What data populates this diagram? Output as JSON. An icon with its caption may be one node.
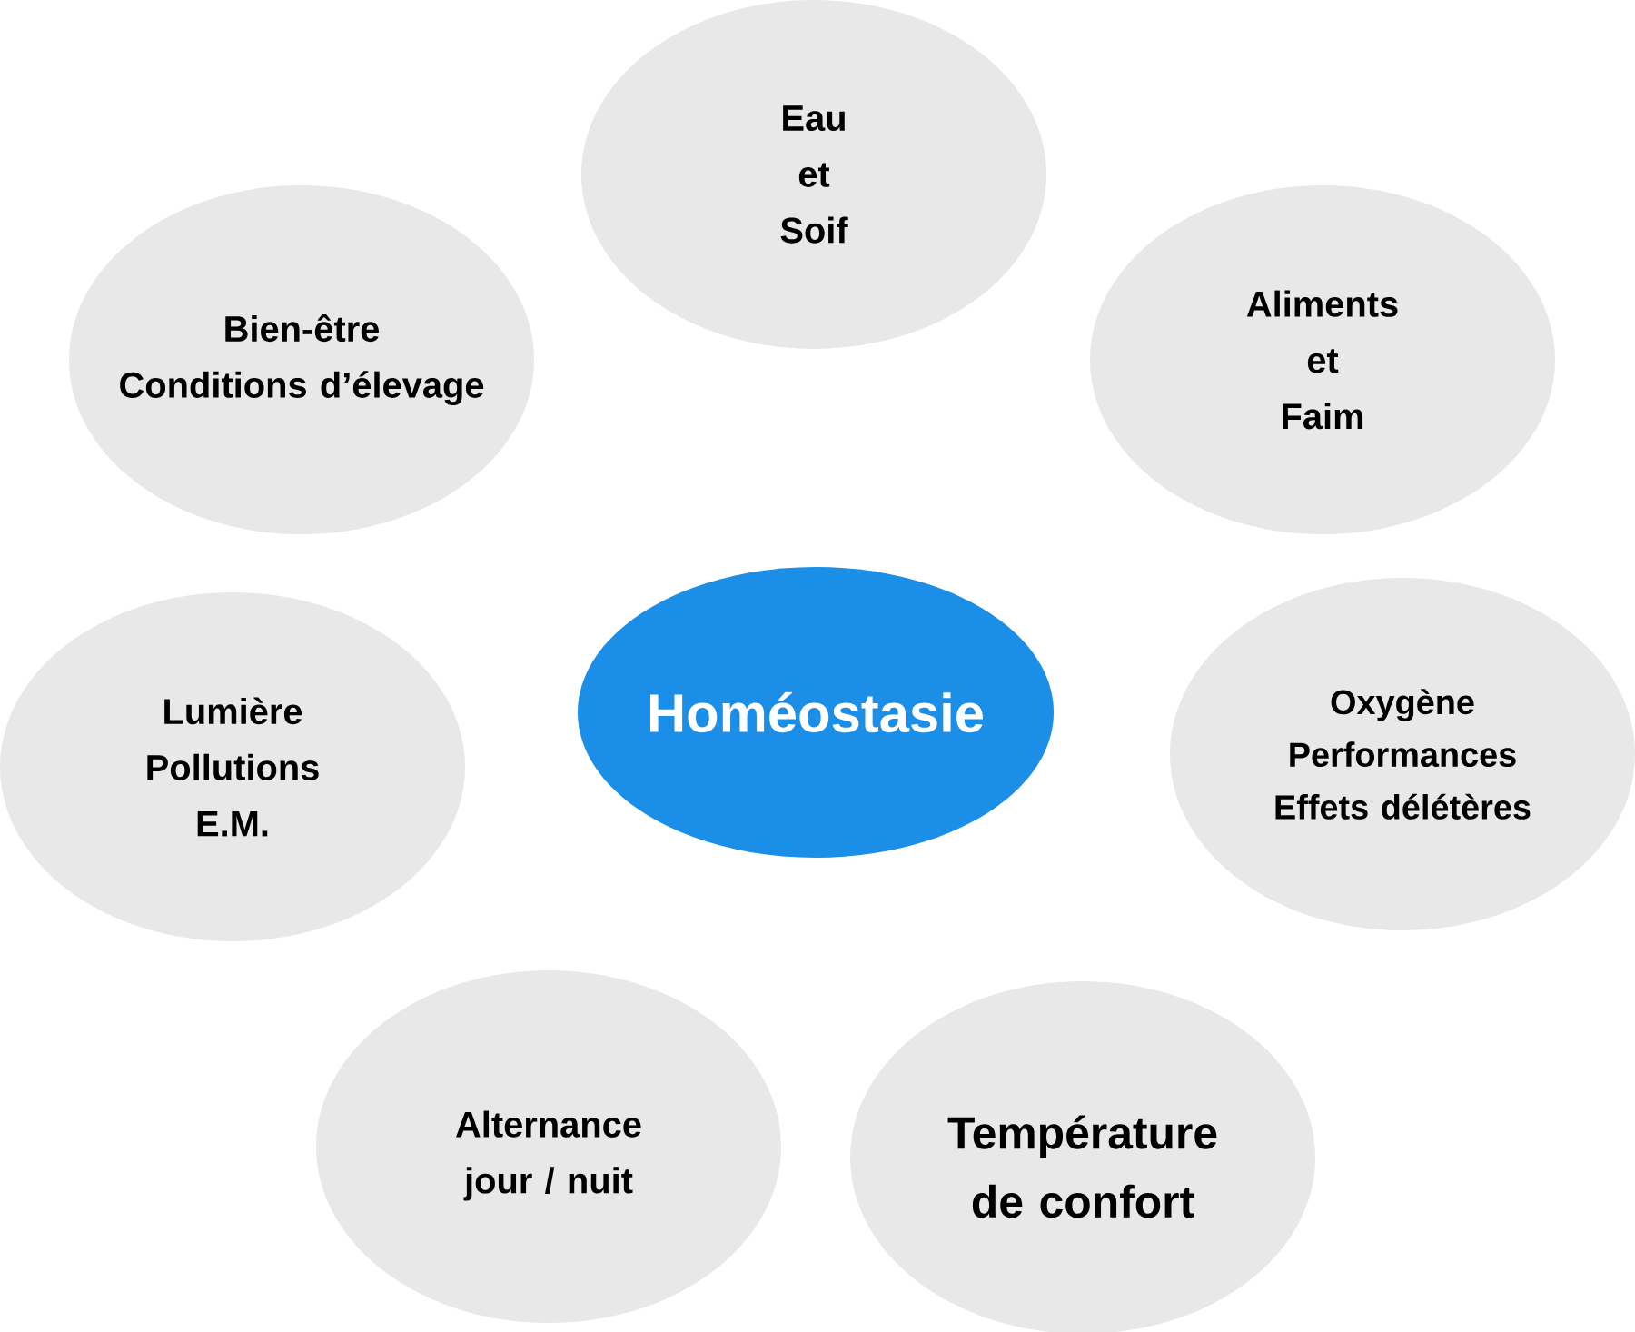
{
  "diagram": {
    "nodes": [
      {
        "text": [
          "Eau et Soif"
        ]
      },
      {
        "text": [
          "Bien-être",
          "Conditions d’élevage"
        ]
      },
      {
        "text": [
          "Aliments et Faim"
        ]
      },
      {
        "text": [
          "Lumière",
          "Pollutions",
          "E.M."
        ]
      },
      {
        "text": [
          "Homéostasie"
        ]
      },
      {
        "text": [
          "Oxygène",
          "Performances",
          "Effets délétères"
        ]
      },
      {
        "text": [
          "Alternance jour / nuit"
        ]
      },
      {
        "text": [
          "Température de confort"
        ]
      }
    ]
  }
}
